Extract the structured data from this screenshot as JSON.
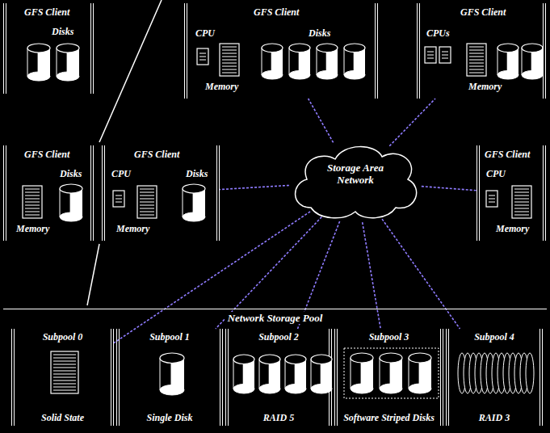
{
  "diagram": {
    "nodes": [
      {
        "text": [
          "GFS Client",
          "Disks"
        ]
      },
      {
        "text": [
          "GFS Client",
          "CPU",
          "Disks",
          "Memory"
        ]
      },
      {
        "text": [
          "GFS Client",
          "CPUs",
          "Memory"
        ]
      },
      {
        "text": [
          "GFS Client",
          "Disks",
          "Memory"
        ]
      },
      {
        "text": [
          "GFS Client",
          "CPU",
          "Disks",
          "Memory"
        ]
      },
      {
        "text": [
          "Storage Area Network"
        ]
      },
      {
        "text": [
          "GFS Client",
          "CPU",
          "Memory"
        ]
      },
      {
        "text": [
          "Network Storage Pool"
        ]
      },
      {
        "text": [
          "Subpool 0",
          "Solid State"
        ],
        "in": 7
      },
      {
        "text": [
          "Subpool 1",
          "Single Disk"
        ],
        "in": 7
      },
      {
        "text": [
          "Subpool 2",
          "RAID 5"
        ],
        "in": 7
      },
      {
        "text": [
          "Subpool 3",
          "Software Striped Disks"
        ],
        "in": 7
      },
      {
        "text": [
          "Subpool 4",
          "RAID 3"
        ],
        "in": 7
      }
    ],
    "edges": [
      {
        "from": 5,
        "to": 1,
        "arrow": "none"
      },
      {
        "from": 5,
        "to": 2,
        "arrow": "none"
      },
      {
        "from": 5,
        "to": 4,
        "arrow": "none"
      },
      {
        "from": 5,
        "to": 6,
        "arrow": "none"
      },
      {
        "from": 5,
        "to": 8,
        "arrow": "none"
      },
      {
        "from": 5,
        "to": 9,
        "arrow": "none"
      },
      {
        "from": 5,
        "to": 10,
        "arrow": "none"
      },
      {
        "from": 5,
        "to": 11,
        "arrow": "none"
      },
      {
        "from": 5,
        "to": 12,
        "arrow": "none"
      }
    ]
  }
}
